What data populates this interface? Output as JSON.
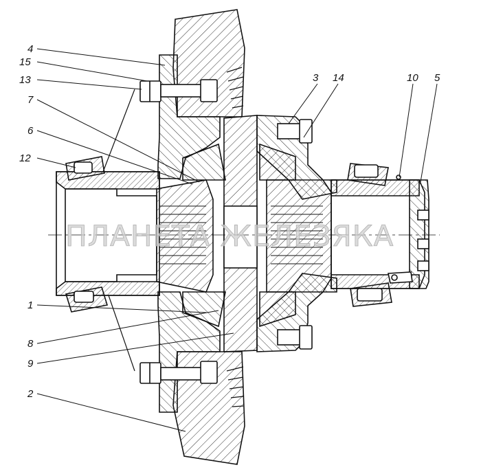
{
  "watermark": "ПЛАНЕТА ЖЕЛЕЗЯКА",
  "callouts": [
    "1",
    "2",
    "3",
    "4",
    "5",
    "6",
    "7",
    "8",
    "9",
    "10",
    "12",
    "13",
    "14",
    "15"
  ],
  "colors": {
    "ink": "#111111",
    "hatch": "#333333",
    "watermark": "#c8c8c8"
  }
}
